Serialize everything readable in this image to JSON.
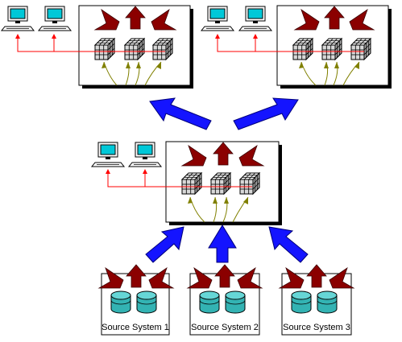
{
  "colors": {
    "background": "#ffffff",
    "box_fill": "#ffffff",
    "box_border": "#000000",
    "box_shadow": "#000000",
    "flow_arrow": "#1414ff",
    "small_arrow": "#8b0000",
    "feed_arrow": "#808000",
    "link_line": "#ff0000",
    "cube_face": "#d8d8d8",
    "cube_top": "#ffffff",
    "cube_side": "#a8a8a8",
    "cylinder": "#33b3b3",
    "cylinder_top": "#66d6d6",
    "screen": "#00c8d8"
  },
  "icons": [
    "computer-icon",
    "data-cube-icon",
    "database-cylinder-icon",
    "flow-arrow-icon",
    "output-arrow-icon"
  ],
  "sources": [
    {
      "label": "Source System 1"
    },
    {
      "label": "Source System 2"
    },
    {
      "label": "Source System 3"
    }
  ]
}
